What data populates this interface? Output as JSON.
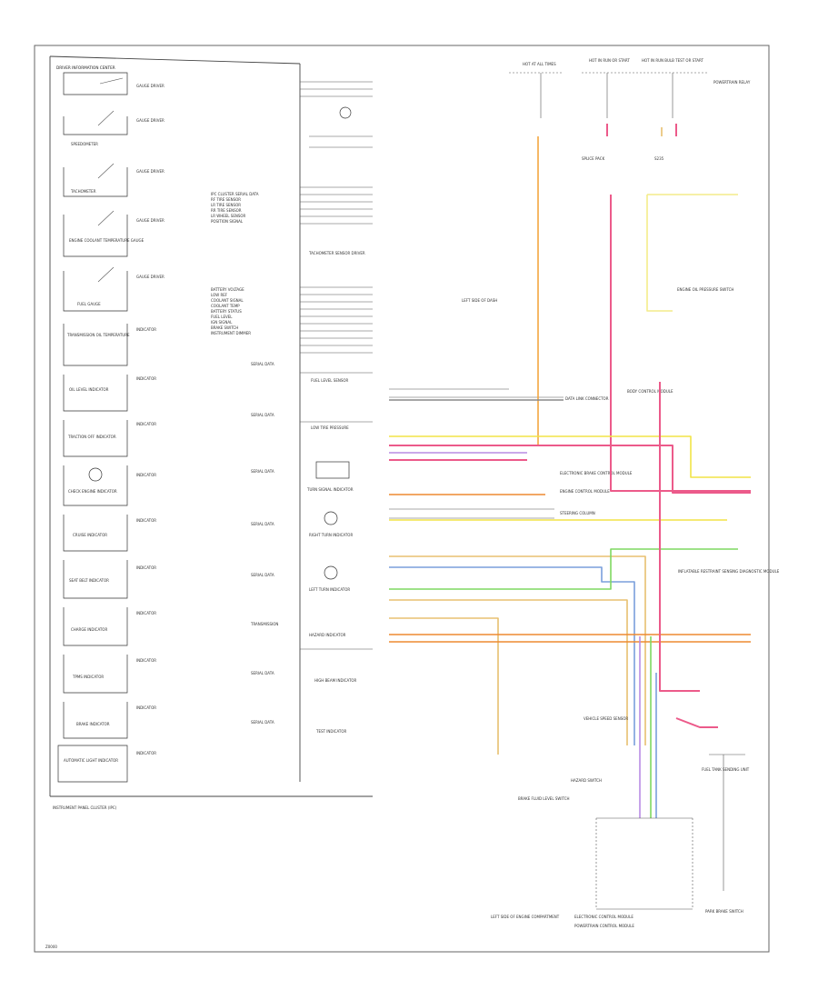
{
  "page": {
    "footer_id": "Z0000",
    "cluster_caption": "INSTRUMENT PANEL CLUSTER (IPC)"
  },
  "left_components": [
    "DRIVER INFORMATION CENTER",
    "SPEEDOMETER",
    "TACHOMETER",
    "ENGINE COOLANT TEMPERATURE GAUGE",
    "FUEL GAUGE",
    "TRANSMISSION OIL TEMPERATURE",
    "OIL LEVEL INDICATOR",
    "TRACTION OFF INDICATOR",
    "CHECK ENGINE INDICATOR",
    "CRUISE INDICATOR",
    "SEAT BELT INDICATOR",
    "CHARGE INDICATOR",
    "TPMS INDICATOR",
    "BRAKE INDICATOR",
    "AUTOMATIC LIGHT INDICATOR"
  ],
  "right_components": [
    "TACHOMETER SENSOR DRIVER",
    "FUEL LEVEL SENSOR",
    "LOW TIRE PRESSURE",
    "TURN SIGNAL INDICATOR",
    "RIGHT TURN INDICATOR",
    "LEFT TURN INDICATOR",
    "HAZARD INDICATOR",
    "HIGH BEAM INDICATOR",
    "TEST INDICATOR"
  ],
  "top_labels": {
    "fuse_a": "HOT AT ALL TIMES",
    "fuse_b": "HOT IN RUN OR START",
    "fuse_c": "HOT IN RUN BULB TEST OR START",
    "splice_a": "SPLICE PACK",
    "splice_b": "S235",
    "relay_a": "POWERTRAIN RELAY",
    "relay_b": "ENGINE OIL PRESSURE SWITCH"
  },
  "mid_labels": {
    "ground_left": "LEFT SIDE OF DASH",
    "body_module": "BODY CONTROL MODULE",
    "data_link": "DATA LINK CONNECTOR",
    "abs_module": "ELECTRONIC BRAKE CONTROL MODULE",
    "engine_module": "ENGINE CONTROL MODULE",
    "steering_module": "STEERING COLUMN",
    "keyless_module": "INFLATABLE RESTRAINT SENSING DIAGNOSTIC MODULE"
  },
  "bottom_labels": {
    "brake_switch": "BRAKE FLUID LEVEL SWITCH",
    "ground_bottom": "LEFT SIDE OF ENGINE COMPARTMENT",
    "ecm_block": "ELECTRONIC CONTROL MODULE",
    "ecm_sub": "POWERTRAIN CONTROL MODULE",
    "fuel_sender": "FUEL TANK SENDING UNIT",
    "park_module": "PARK BRAKE SWITCH",
    "speed_sensor": "VEHICLE SPEED SENSOR",
    "hazard_switch": "HAZARD SWITCH"
  },
  "colors": {
    "orange": "#f4a640",
    "pink": "#ec5a8a",
    "yellow": "#f2e447",
    "light_yellow": "#f4ec8a",
    "purple": "#b98ce4",
    "green": "#7ed860",
    "blue": "#7a9fdc",
    "tan": "#e8c070",
    "gray": "#888888",
    "dark_orange": "#ee8a30"
  }
}
